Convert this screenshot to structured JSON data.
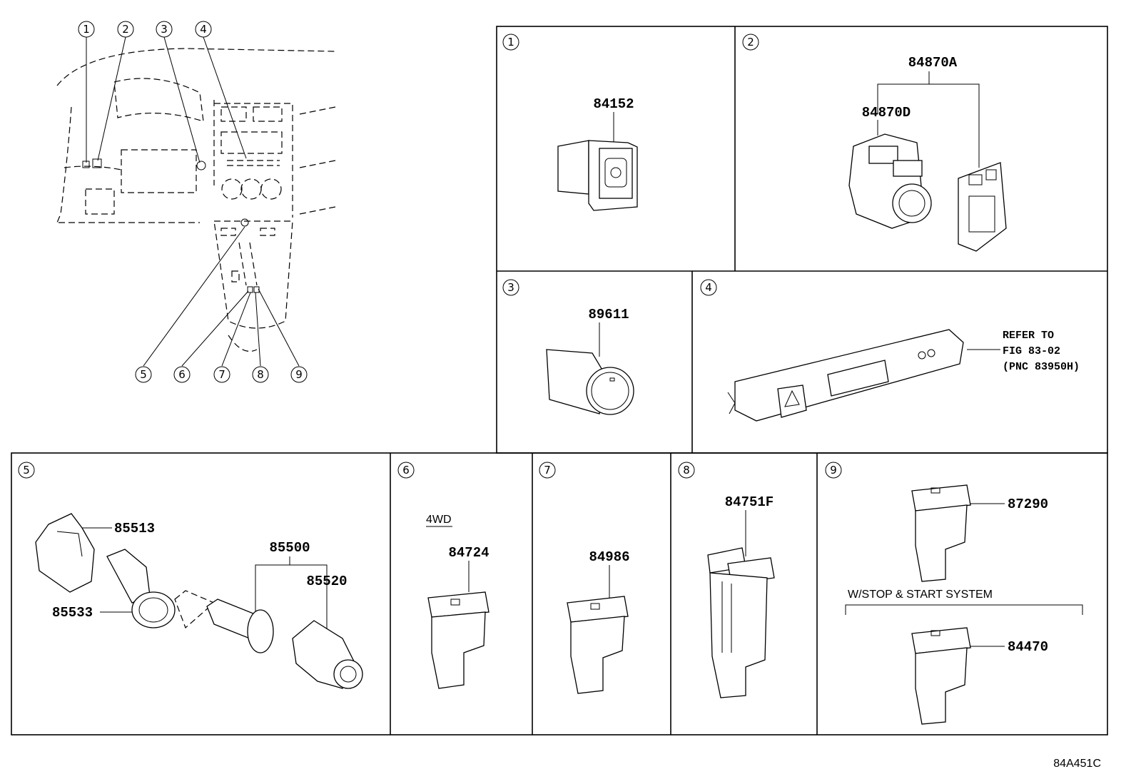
{
  "callouts": [
    "1",
    "2",
    "3",
    "4",
    "5",
    "6",
    "7",
    "8",
    "9"
  ],
  "panels": {
    "p1": {
      "num": "1",
      "parts": [
        "84152"
      ]
    },
    "p2": {
      "num": "2",
      "parts": [
        "84870A",
        "84870D"
      ]
    },
    "p3": {
      "num": "3",
      "parts": [
        "89611"
      ]
    },
    "p4": {
      "num": "4",
      "note": [
        "REFER TO",
        "FIG 83-02",
        "(PNC 83950H)"
      ]
    },
    "p5": {
      "num": "5",
      "parts": [
        "85513",
        "85533",
        "85500",
        "85520"
      ]
    },
    "p6": {
      "num": "6",
      "caption": "4WD",
      "parts": [
        "84724"
      ]
    },
    "p7": {
      "num": "7",
      "parts": [
        "84986"
      ]
    },
    "p8": {
      "num": "8",
      "parts": [
        "84751F"
      ]
    },
    "p9": {
      "num": "9",
      "caption": "W/STOP & START SYSTEM",
      "parts": [
        "87290",
        "84470"
      ]
    }
  },
  "figure_id": "84A451C"
}
